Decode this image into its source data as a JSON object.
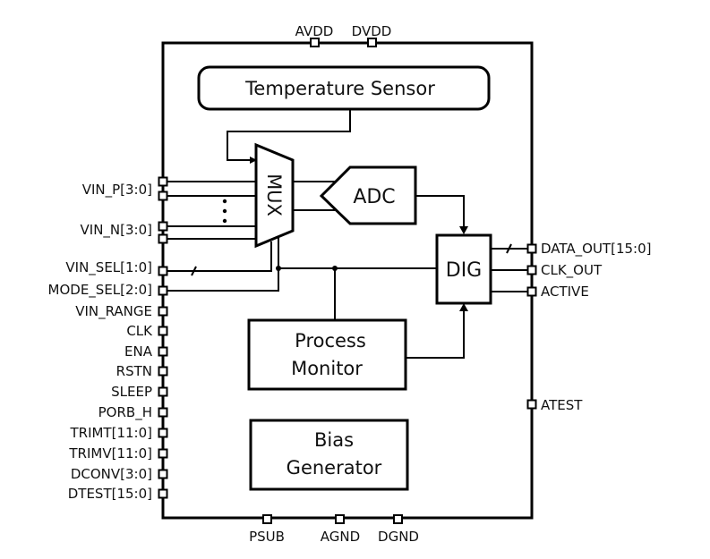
{
  "diagram": {
    "title": "Temperature/Voltage sensor block diagram",
    "colors": {
      "stroke": "#000000",
      "background": "#ffffff",
      "text": "#111111"
    },
    "blocks": {
      "temperature_sensor": "Temperature Sensor",
      "mux": "MUX",
      "adc": "ADC",
      "dig": "DIG",
      "process_monitor_line1": "Process",
      "process_monitor_line2": "Monitor",
      "bias_generator_line1": "Bias",
      "bias_generator_line2": "Generator"
    },
    "pins": {
      "top": [
        "AVDD",
        "DVDD"
      ],
      "bottom": [
        "PSUB",
        "AGND",
        "DGND"
      ],
      "left": [
        "VIN_P[3:0]",
        "VIN_N[3:0]",
        "VIN_SEL[1:0]",
        "MODE_SEL[2:0]",
        "VIN_RANGE",
        "CLK",
        "ENA",
        "RSTN",
        "SLEEP",
        "PORB_H",
        "TRIMT[11:0]",
        "TRIMV[11:0]",
        "DCONV[3:0]",
        "DTEST[15:0]"
      ],
      "right": [
        "DATA_OUT[15:0]",
        "CLK_OUT",
        "ACTIVE",
        "ATEST"
      ]
    },
    "ellipsis": "⋮"
  }
}
